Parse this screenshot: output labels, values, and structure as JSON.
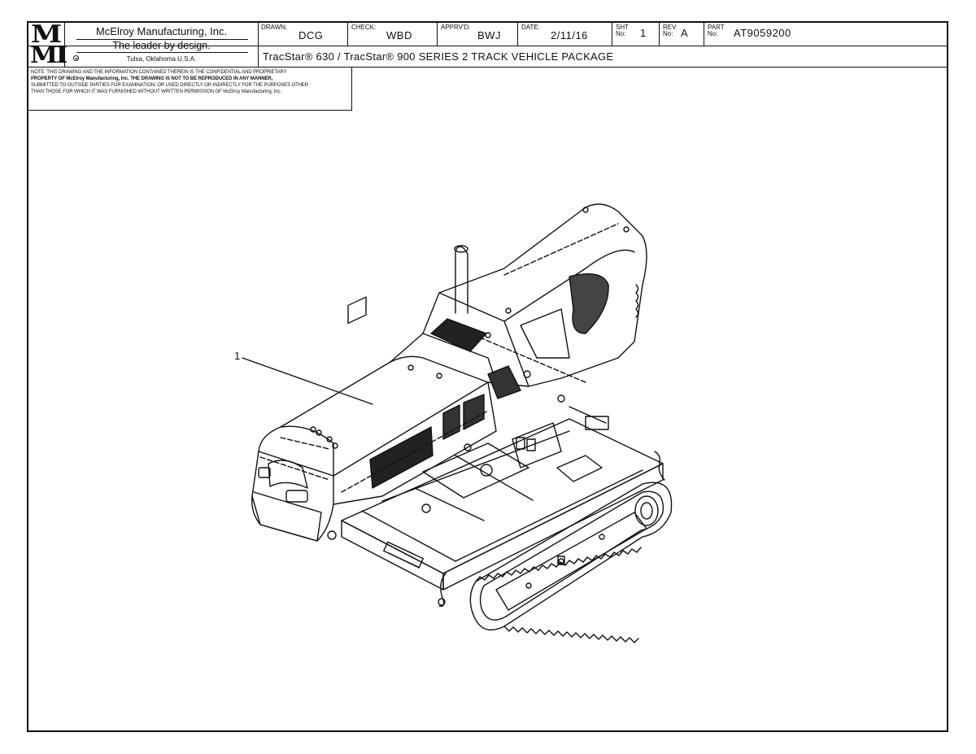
{
  "title_block": {
    "logo_top": "M",
    "logo_bottom": "MI",
    "company_name": "McElroy Manufacturing, Inc.",
    "tagline": "The leader by design.",
    "location": "Tulsa, Oklahoma U.S.A.",
    "fields": {
      "drawn_label": "DRAWN:",
      "drawn": "DCG",
      "check_label": "CHECK:",
      "check": "WBD",
      "approved_label": "APPRV'D:",
      "approved": "BWJ",
      "date_label": "DATE:",
      "date": "2/11/16",
      "sheet_label_1": "SHT",
      "sheet_label_2": "No:",
      "sheet": "1",
      "rev_label_1": "REV",
      "rev_label_2": "No:",
      "rev": "A",
      "part_label_1": "PART",
      "part_label_2": "No:",
      "part": "AT9059200"
    },
    "drawing_title": "TracStar® 630 / TracStar® 900 SERIES 2 TRACK VEHICLE PACKAGE"
  },
  "note": {
    "line1": "NOTE: THIS DRAWING AND THE INFORMATION CONTAINED THEREIN IS THE CONFIDENTIAL AND PROPRIETARY",
    "line2": "PROPERTY OF McElroy Manufacturing, Inc. THE DRAWING IS NOT TO BE REPRODUCED IN ANY MANNER,",
    "line3": "SUBMITTED TO OUTSIDE PARTIES FOR EXAMINATION, OR USED DIRECTLY OR INDIRECTLY FOR THE PURPOSES OTHER",
    "line4": "THAN THOSE FOR WHICH IT WAS FURNISHED WITHOUT WRITTEN PERMISSION OF McElroy Manufacturing, Inc."
  },
  "callout": {
    "item": "1"
  },
  "colors": {
    "ink": "#111111",
    "paper": "#ffffff"
  }
}
